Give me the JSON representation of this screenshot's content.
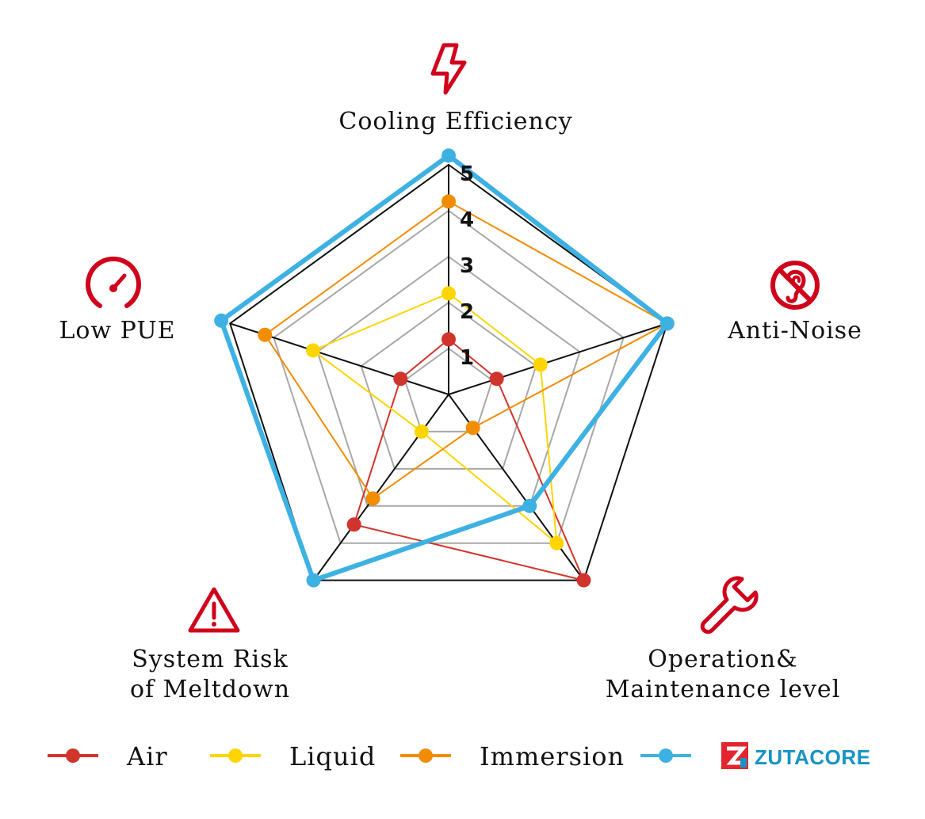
{
  "chart_data": {
    "type": "radar",
    "axes": [
      "Cooling Efficiency",
      "Anti-Noise",
      "Operation& Maintenance level",
      "System Risk of Meltdown",
      "Low PUE"
    ],
    "axis_lines": [
      [
        "Cooling Efficiency"
      ],
      [
        "Anti-Noise"
      ],
      [
        "Operation&",
        "Maintenance level"
      ],
      [
        "System Risk",
        "of Meltdown"
      ],
      [
        "Low PUE"
      ]
    ],
    "axis_icons": [
      "lightning-icon",
      "no-noise-icon",
      "wrench-icon",
      "warning-icon",
      "speedometer-icon"
    ],
    "range": [
      0,
      5
    ],
    "ticks": [
      "1",
      "2",
      "3",
      "4",
      "5"
    ],
    "series": [
      {
        "name": "Air",
        "color": "#d0342c",
        "values": [
          1.2,
          1.1,
          5,
          3.5,
          1.1
        ]
      },
      {
        "name": "Liquid",
        "color": "#ffd500",
        "values": [
          2.2,
          2.1,
          4,
          1.0,
          3.1
        ]
      },
      {
        "name": "Immersion",
        "color": "#f28c00",
        "values": [
          4.2,
          5,
          0.9,
          2.8,
          4.2
        ]
      },
      {
        "name": "",
        "color": "#3eb1e3",
        "values": [
          5.2,
          5,
          3,
          5,
          5.2
        ]
      }
    ],
    "legend": {
      "position": "bottom",
      "brand_text": "ZUTACORE",
      "brand_logo": "zutacore-logo"
    }
  }
}
